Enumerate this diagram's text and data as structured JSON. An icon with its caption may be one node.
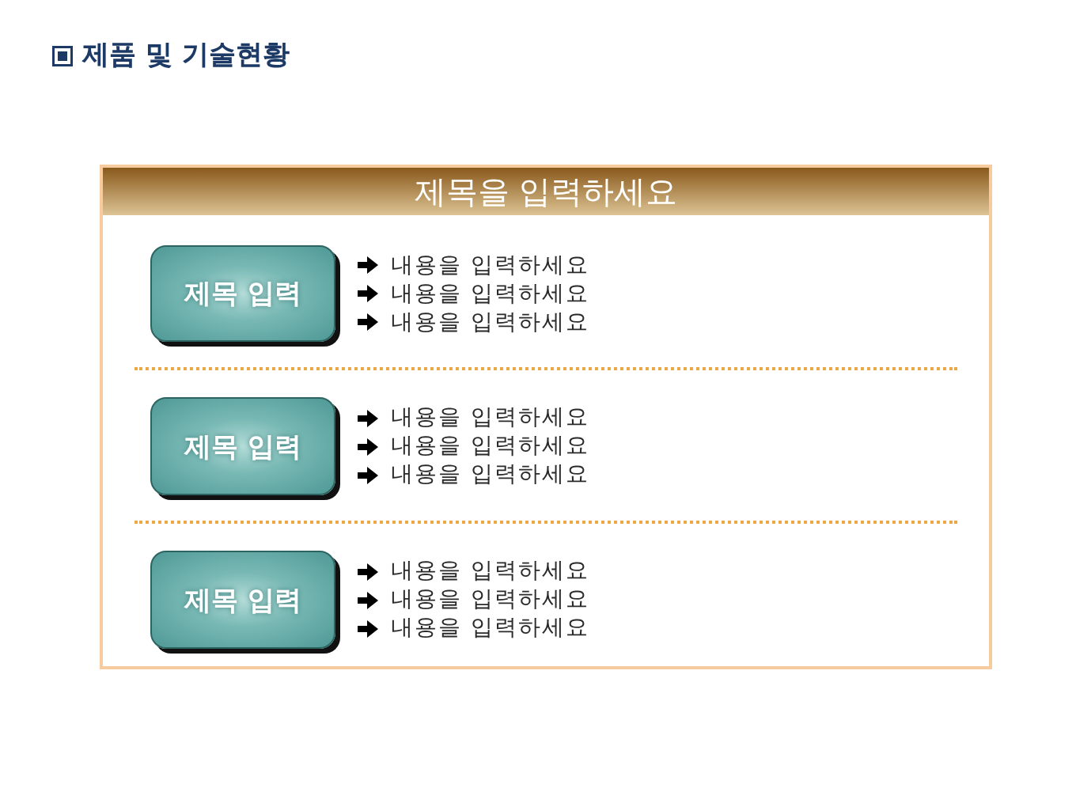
{
  "diagram": {
    "title": "제품 및 기술현황",
    "nodes": [
      {
        "text": [
          "제목을 입력하세요"
        ]
      },
      {
        "text": [
          "제목 입력"
        ],
        "in": 0,
        "beside": [
          "내용을 입력하세요",
          "내용을 입력하세요",
          "내용을 입력하세요"
        ]
      },
      {
        "text": [
          "제목 입력"
        ],
        "in": 0,
        "beside": [
          "내용을 입력하세요",
          "내용을 입력하세요",
          "내용을 입력하세요"
        ]
      },
      {
        "text": [
          "제목 입력"
        ],
        "in": 0,
        "beside": [
          "내용을 입력하세요",
          "내용을 입력하세요",
          "내용을 입력하세요"
        ]
      }
    ]
  }
}
